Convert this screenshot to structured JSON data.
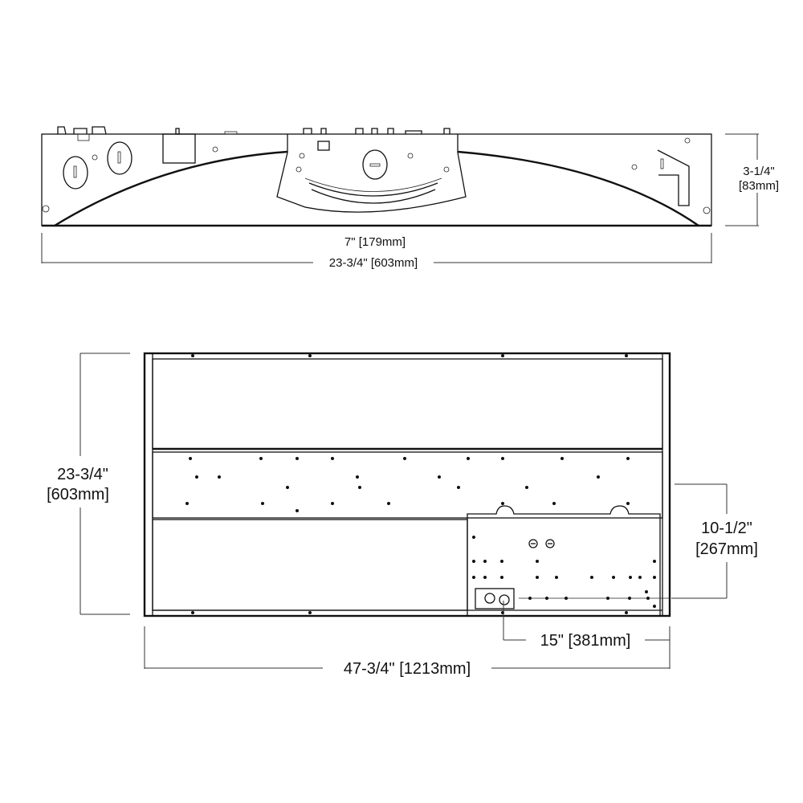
{
  "diagram": {
    "side_view": {
      "height_dim": {
        "line1": "3-1/4\"",
        "line2": "[83mm]"
      },
      "inner_width_dim": "7\" [179mm]",
      "overall_width_dim": "23-3/4\" [603mm]"
    },
    "top_view": {
      "height_dim": {
        "line1": "23-3/4\"",
        "line2": "[603mm]"
      },
      "box_height_dim": {
        "line1": "10-1/2\"",
        "line2": "[267mm]"
      },
      "box_offset_dim": "15\" [381mm]",
      "overall_length_dim": "47-3/4\" [1213mm]"
    },
    "line_color": "#111111"
  }
}
